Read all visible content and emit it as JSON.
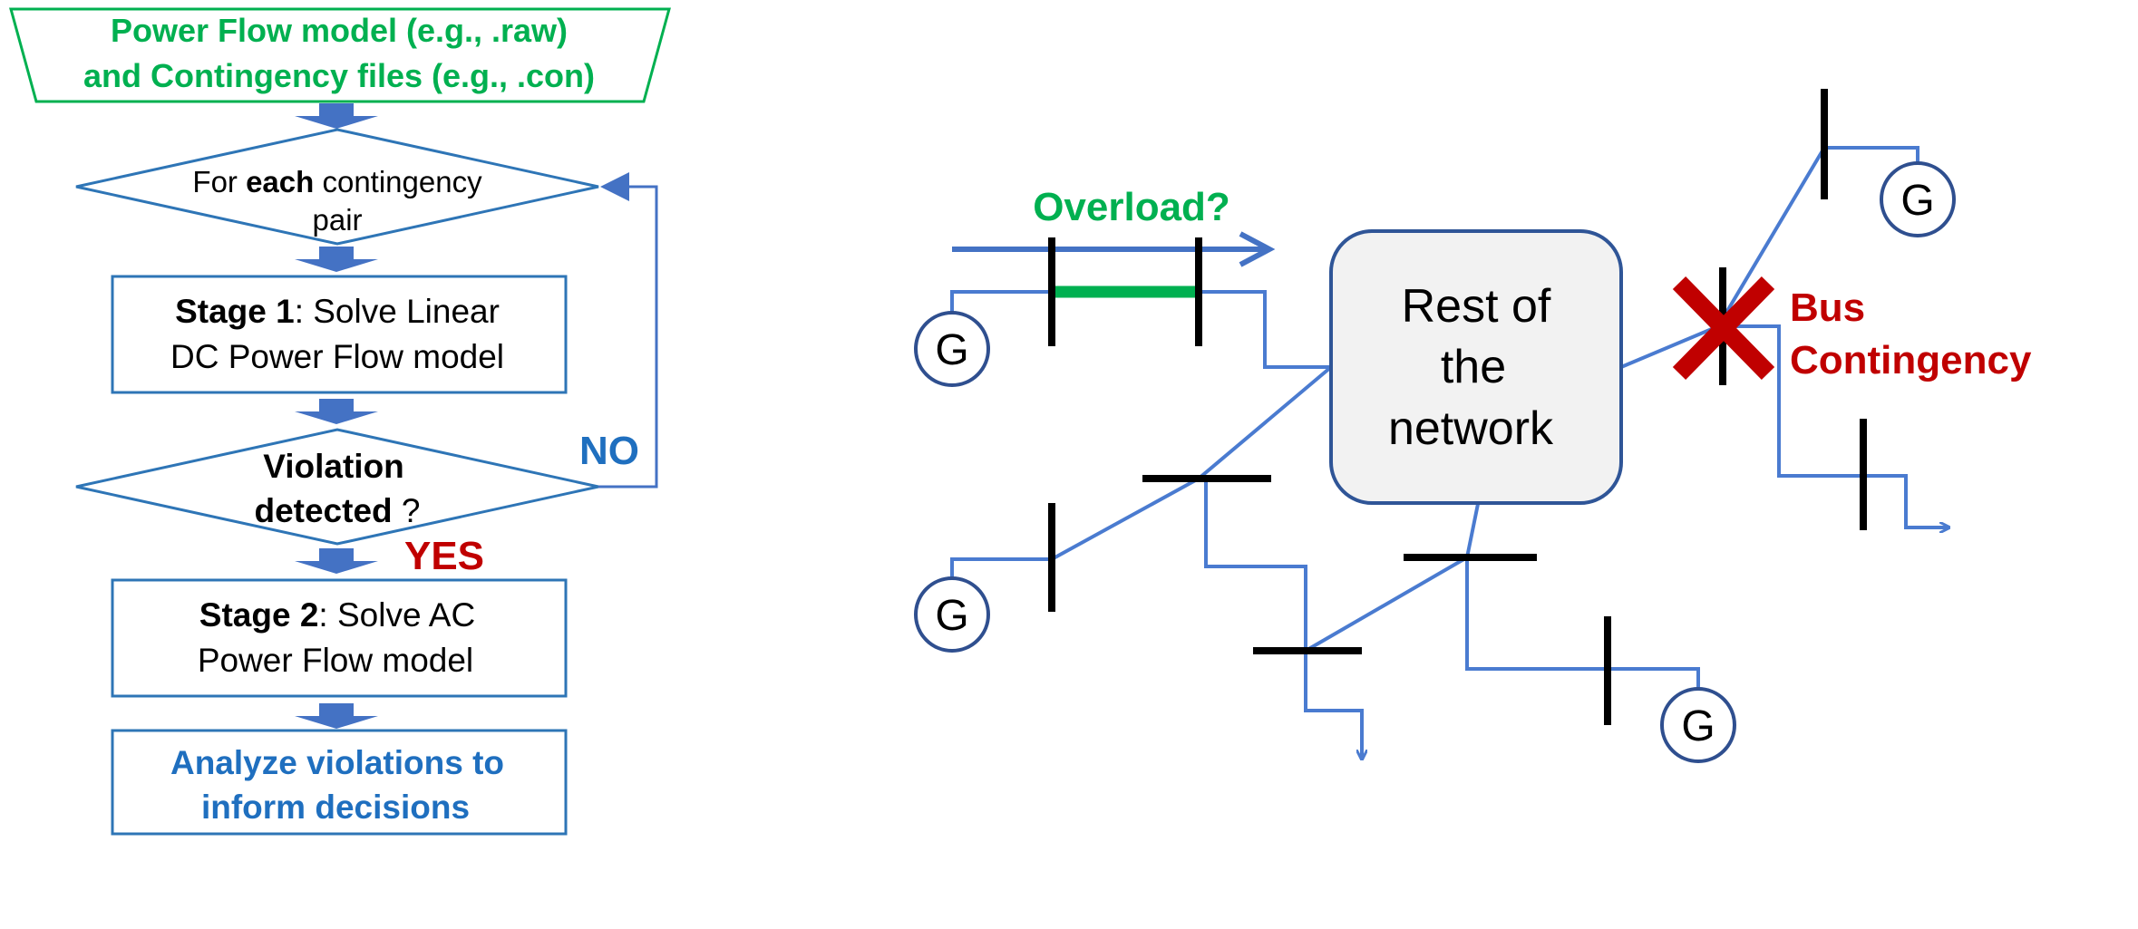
{
  "flowchart": {
    "input": {
      "line1": "Power Flow model (e.g., .raw)",
      "line2": "and Contingency files (e.g., .con)"
    },
    "loop": {
      "prefix": "For ",
      "bold": "each",
      "suffix": " contingency",
      "line2": "pair"
    },
    "stage1": {
      "bold": "Stage 1",
      "rest": ": Solve Linear",
      "line2": "DC Power Flow model"
    },
    "violation": {
      "line1": "Violation",
      "line2_bold": "detected",
      "line2_rest": " ?"
    },
    "no_label": "NO",
    "yes_label": "YES",
    "stage2": {
      "bold": "Stage 2",
      "rest": ": Solve AC",
      "line2": "Power Flow model"
    },
    "analyze": {
      "line1": "Analyze violations to",
      "line2": "inform decisions"
    }
  },
  "network": {
    "overload_label": "Overload?",
    "rest_network": {
      "line1": "Rest of",
      "line2": "the",
      "line3": "network"
    },
    "bus_contingency": {
      "line1": "Bus",
      "line2": "Contingency"
    },
    "generator_label": "G"
  },
  "colors": {
    "green": "#00b050",
    "blue_outline": "#2e75b6",
    "blue_arrow": "#4472c4",
    "blue_text": "#1f6fbf",
    "red": "#c00000",
    "line_blue": "#4a7bd0",
    "gen_outline": "#2f4f8f",
    "box_fill": "#f2f2f2",
    "box_stroke": "#2f5597"
  }
}
